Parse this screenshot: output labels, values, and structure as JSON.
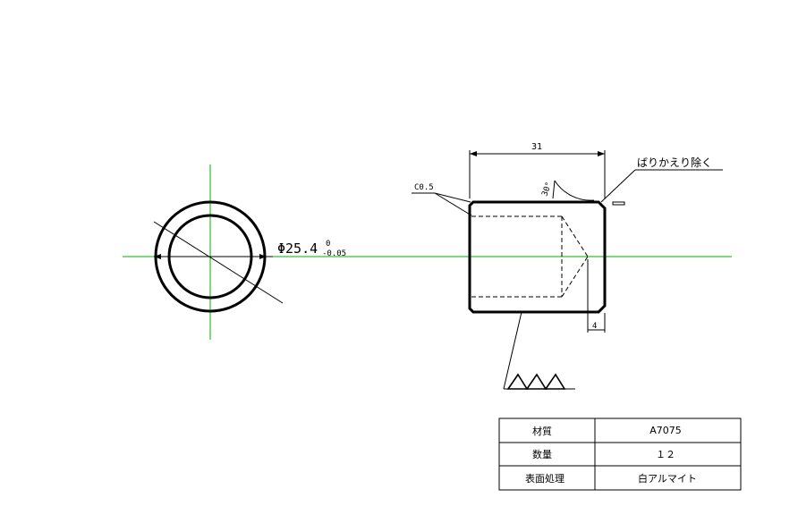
{
  "colors": {
    "outline": "#000000",
    "centerline": "#00b000",
    "background": "#ffffff"
  },
  "dimensions": {
    "diameter_label": "Φ25.4",
    "diameter_upper_tol": "0",
    "diameter_lower_tol": "-0.05",
    "length_label": "31",
    "chamfer_label": "C0.5",
    "angle_label": "30°",
    "depth_label": "4",
    "deburr_note": "ばりかえり除く"
  },
  "title_block": {
    "rows": [
      {
        "label": "材質",
        "value": "A7075"
      },
      {
        "label": "数量",
        "value": "１２"
      },
      {
        "label": "表面処理",
        "value": "白アルマイト"
      }
    ]
  }
}
